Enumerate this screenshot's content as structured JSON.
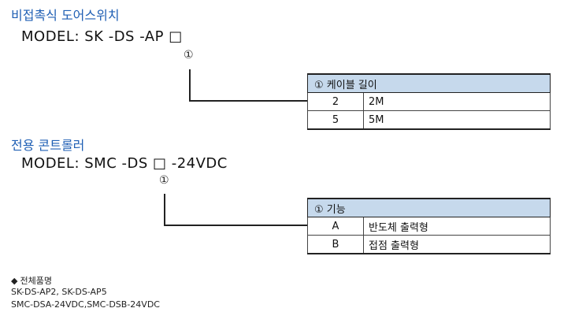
{
  "sensor": {
    "heading": "비접촉식 도어스위치",
    "model": "MODEL: SK -DS -AP □",
    "marker": "①",
    "table": {
      "header": "① 케이블 길이",
      "rows": [
        {
          "code": "2",
          "value": "2M"
        },
        {
          "code": "5",
          "value": "5M"
        }
      ]
    }
  },
  "controller": {
    "heading": "전용 콘트롤러",
    "model": "MODEL: SMC -DS □ -24VDC",
    "marker": "①",
    "table": {
      "header": "① 기능",
      "rows": [
        {
          "code": "A",
          "value": "반도체 출력형"
        },
        {
          "code": "B",
          "value": "접점 출력형"
        }
      ]
    }
  },
  "products": {
    "bullet": "◆",
    "title": "전체품명",
    "lines": [
      "SK-DS-AP2, SK-DS-AP5",
      "SMC-DSA-24VDC,SMC-DSB-24VDC"
    ]
  }
}
